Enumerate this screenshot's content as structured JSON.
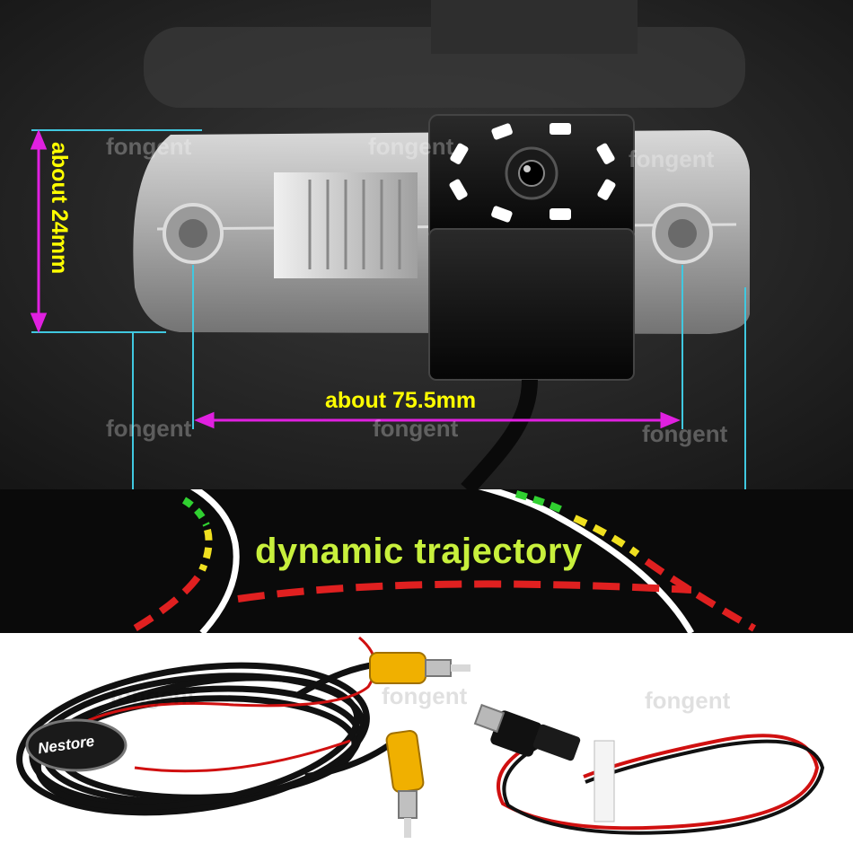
{
  "labels": {
    "width_dimension": "about 75.5mm",
    "height_dimension": "about 24mm",
    "trajectory": "dynamic trajectory",
    "brand_label": "Nestore"
  },
  "watermark": {
    "text": "fongent"
  },
  "colors": {
    "dimension_text": "#ffff00",
    "dimension_arrow": "#e020e0",
    "guide_line": "#40c8e0",
    "trajectory_text": "#c8f03c",
    "trajectory_red": "#e02020",
    "trajectory_yellow": "#f0e020",
    "trajectory_green": "#30d030",
    "cable_red": "#d01010",
    "rca_yellow": "#f0b000"
  }
}
